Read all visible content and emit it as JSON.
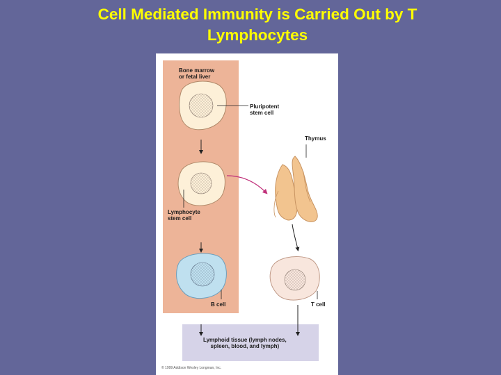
{
  "slide": {
    "title_line1": "Cell Mediated Immunity is Carried Out by T",
    "title_line2": "Lymphocytes"
  },
  "figure": {
    "labels": {
      "bone_marrow_line1": "Bone marrow",
      "bone_marrow_line2": "or fetal liver",
      "pluripotent_line1": "Pluripotent",
      "pluripotent_line2": "stem cell",
      "thymus": "Thymus",
      "lymphocyte_line1": "Lymphocyte",
      "lymphocyte_line2": "stem cell",
      "b_cell": "B cell",
      "t_cell": "T cell",
      "lymphoid_line1": "Lymphoid tissue (lymph nodes,",
      "lymphoid_line2": "spleen, blood, and lymph)"
    },
    "copyright": "© 1999 Addison Wesley Longman, Inc.",
    "colors": {
      "bone_marrow_region": "#edb498",
      "lymphoid_region": "#d6d3e8",
      "stem_cell": "#fdf0d8",
      "b_cell": "#bfe0ef",
      "t_cell": "#f8e6dd",
      "thymus": "#f2c48f",
      "arrow_magenta": "#c0307a"
    },
    "icons": [
      "down-arrow-icon",
      "curved-arrow-icon"
    ]
  }
}
